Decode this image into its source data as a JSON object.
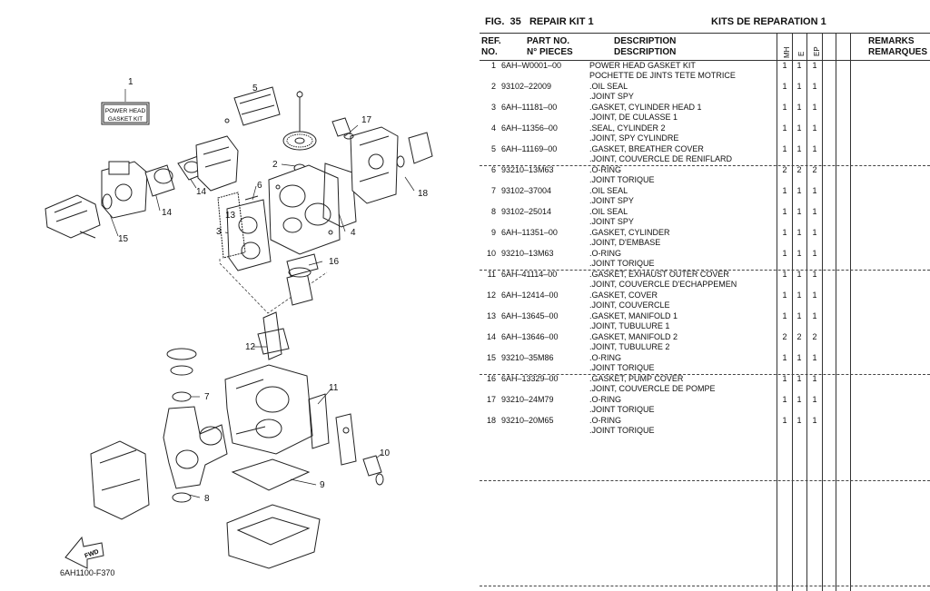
{
  "diagram": {
    "kit_label_line1": "POWER HEAD",
    "kit_label_line2": "GASKET KIT",
    "fwd": "FWD",
    "figure_code": "6AH1100-F370",
    "callouts": [
      "1",
      "2",
      "3",
      "4",
      "5",
      "6",
      "7",
      "8",
      "9",
      "10",
      "11",
      "12",
      "13",
      "14",
      "14",
      "15",
      "16",
      "17",
      "18"
    ]
  },
  "header": {
    "fig": "FIG.",
    "fig_no": "35",
    "title_en": "REPAIR KIT 1",
    "title_fr": "KITS DE REPARATION 1"
  },
  "columns": {
    "ref1": "REF.",
    "ref2": "NO.",
    "part1": "PART NO.",
    "part2": "N° PIECES",
    "desc1": "DESCRIPTION",
    "desc2": "DESCRIPTION",
    "q1": "MH",
    "q2": "E",
    "q3": "EP",
    "rem1": "REMARKS",
    "rem2": "REMARQUES"
  },
  "rows": [
    {
      "ref": "1",
      "part": "6AH–W0001–00",
      "d1": "POWER HEAD GASKET KIT",
      "d2": "POCHETTE DE JINTS TETE MOTRICE",
      "q": [
        "1",
        "1",
        "1"
      ]
    },
    {
      "ref": "2",
      "part": "93102–22009",
      "d1": ".OIL SEAL",
      "d2": ".JOINT SPY",
      "q": [
        "1",
        "1",
        "1"
      ]
    },
    {
      "ref": "3",
      "part": "6AH–11181–00",
      "d1": ".GASKET, CYLINDER HEAD 1",
      "d2": ".JOINT, DE CULASSE 1",
      "q": [
        "1",
        "1",
        "1"
      ]
    },
    {
      "ref": "4",
      "part": "6AH–11356–00",
      "d1": ".SEAL, CYLINDER 2",
      "d2": ".JOINT, SPY CYLINDRE",
      "q": [
        "1",
        "1",
        "1"
      ]
    },
    {
      "ref": "5",
      "part": "6AH–11169–00",
      "d1": ".GASKET, BREATHER COVER",
      "d2": ".JOINT, COUVERCLE DE RENIFLARD",
      "q": [
        "1",
        "1",
        "1"
      ]
    },
    {
      "ref": "6",
      "part": "93210–13M63",
      "d1": ".O-RING",
      "d2": ".JOINT TORIQUE",
      "q": [
        "2",
        "2",
        "2"
      ]
    },
    {
      "ref": "7",
      "part": "93102–37004",
      "d1": ".OIL SEAL",
      "d2": ".JOINT SPY",
      "q": [
        "1",
        "1",
        "1"
      ]
    },
    {
      "ref": "8",
      "part": "93102–25014",
      "d1": ".OIL SEAL",
      "d2": ".JOINT SPY",
      "q": [
        "1",
        "1",
        "1"
      ]
    },
    {
      "ref": "9",
      "part": "6AH–11351–00",
      "d1": ".GASKET, CYLINDER",
      "d2": ".JOINT, D'EMBASE",
      "q": [
        "1",
        "1",
        "1"
      ]
    },
    {
      "ref": "10",
      "part": "93210–13M63",
      "d1": ".O-RING",
      "d2": ".JOINT TORIQUE",
      "q": [
        "1",
        "1",
        "1"
      ]
    },
    {
      "ref": "11",
      "part": "6AH–41114–00",
      "d1": ".GASKET, EXHAUST OUTER COVER",
      "d2": ".JOINT, COUVERCLE D'ECHAPPEMEN",
      "q": [
        "1",
        "1",
        "1"
      ]
    },
    {
      "ref": "12",
      "part": "6AH–12414–00",
      "d1": ".GASKET, COVER",
      "d2": ".JOINT, COUVERCLE",
      "q": [
        "1",
        "1",
        "1"
      ]
    },
    {
      "ref": "13",
      "part": "6AH–13645–00",
      "d1": ".GASKET, MANIFOLD 1",
      "d2": ".JOINT, TUBULURE 1",
      "q": [
        "1",
        "1",
        "1"
      ]
    },
    {
      "ref": "14",
      "part": "6AH–13646–00",
      "d1": ".GASKET, MANIFOLD 2",
      "d2": ".JOINT, TUBULURE 2",
      "q": [
        "2",
        "2",
        "2"
      ]
    },
    {
      "ref": "15",
      "part": "93210–35M86",
      "d1": ".O-RING",
      "d2": ".JOINT TORIQUE",
      "q": [
        "1",
        "1",
        "1"
      ]
    },
    {
      "ref": "16",
      "part": "6AH–13329–00",
      "d1": ".GASKET, PUMP COVER",
      "d2": ".JOINT, COUVERCLE DE POMPE",
      "q": [
        "1",
        "1",
        "1"
      ]
    },
    {
      "ref": "17",
      "part": "93210–24M79",
      "d1": ".O-RING",
      "d2": ".JOINT TORIQUE",
      "q": [
        "1",
        "1",
        "1"
      ]
    },
    {
      "ref": "18",
      "part": "93210–20M65",
      "d1": ".O-RING",
      "d2": ".JOINT TORIQUE",
      "q": [
        "1",
        "1",
        "1"
      ]
    }
  ]
}
